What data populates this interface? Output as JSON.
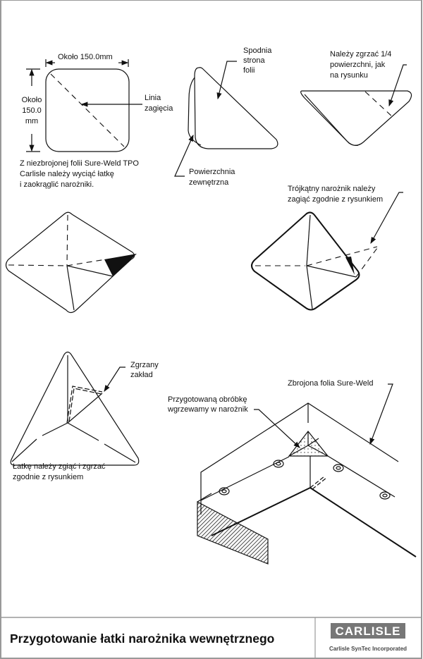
{
  "step1": {
    "width_label": "Około 150.0mm",
    "height_label": [
      "Około",
      "150.0",
      "mm"
    ],
    "fold_label": [
      "Linia",
      "zagięcia"
    ],
    "caption": [
      "Z niezbrojonej folii Sure-Weld TPO",
      "Carlisle należy wyciąć łatkę",
      "i zaokrąglić narożniki."
    ]
  },
  "step2": {
    "underside_label": [
      "Spodnia",
      "strona",
      "folii"
    ],
    "outer_label": [
      "Powierzchnia",
      "zewnętrzna"
    ]
  },
  "step3": {
    "weld_label": [
      "Należy zgrzać 1/4",
      "powierzchni, jak",
      "na rysunku"
    ]
  },
  "step5": {
    "fold_label": [
      "Trójkątny narożnik należy",
      "zagiąć zgodnie z rysunkiem"
    ]
  },
  "step6": {
    "lap_label": [
      "Zgrzany",
      "zakład"
    ],
    "caption": [
      "Łatkę należy zgiąć i zgrzać",
      "zgodnie z rysunkiem"
    ]
  },
  "step7": {
    "membrane_label": "Zbrojona folia Sure-Weld",
    "patch_label": [
      "Przygotowaną obróbkę",
      "wgrzewamy w narożnik"
    ]
  },
  "footer": {
    "title": "Przygotowanie łatki narożnika wewnętrznego",
    "logo_text": "CARLISLE",
    "company": "Carlisle SynTec Incorporated"
  }
}
